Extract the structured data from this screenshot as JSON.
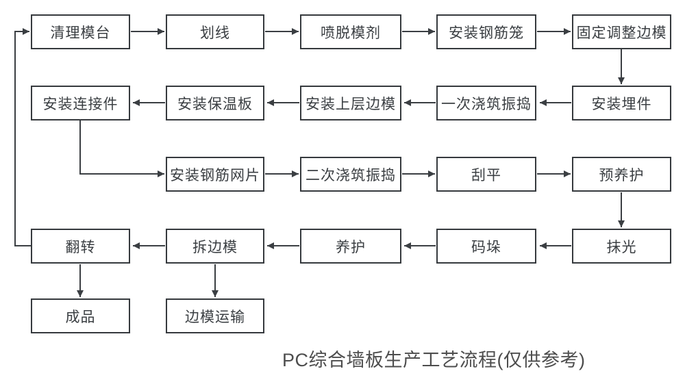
{
  "caption": {
    "text": "PC综合墙板生产工艺流程(仅供参考)"
  },
  "colors": {
    "background": "#ffffff",
    "box_border": "#35393d",
    "box_fill": "#ffffff",
    "box_text": "#3a3e42",
    "arrow_line": "#3a3e42",
    "caption_text": "#4d4d4d"
  },
  "nodes": [
    {
      "id": "clean-mold-table",
      "label": "清理模台",
      "row": 1,
      "col": 1
    },
    {
      "id": "marking-lines",
      "label": "划线",
      "row": 1,
      "col": 2
    },
    {
      "id": "spray-release-agent",
      "label": "喷脱模剂",
      "row": 1,
      "col": 3
    },
    {
      "id": "install-rebar-cage",
      "label": "安装钢筋笼",
      "row": 1,
      "col": 4
    },
    {
      "id": "fix-adjust-side-forms",
      "label": "固定调整边模",
      "row": 1,
      "col": 5
    },
    {
      "id": "install-connectors",
      "label": "安装连接件",
      "row": 2,
      "col": 1
    },
    {
      "id": "install-insulation-board",
      "label": "安装保温板",
      "row": 2,
      "col": 2
    },
    {
      "id": "install-upper-side-forms",
      "label": "安装上层边模",
      "row": 2,
      "col": 3
    },
    {
      "id": "first-pour-vibrate",
      "label": "一次浇筑振捣",
      "row": 2,
      "col": 4
    },
    {
      "id": "install-embedded-parts",
      "label": "安装埋件",
      "row": 2,
      "col": 5
    },
    {
      "id": "install-rebar-mesh",
      "label": "安装钢筋网片",
      "row": 3,
      "col": 2
    },
    {
      "id": "second-pour-vibrate",
      "label": "二次浇筑振捣",
      "row": 3,
      "col": 3
    },
    {
      "id": "screeding",
      "label": "刮平",
      "row": 3,
      "col": 4
    },
    {
      "id": "pre-curing",
      "label": "预养护",
      "row": 3,
      "col": 5
    },
    {
      "id": "flip",
      "label": "翻转",
      "row": 4,
      "col": 1
    },
    {
      "id": "remove-side-forms",
      "label": "拆边模",
      "row": 4,
      "col": 2
    },
    {
      "id": "curing",
      "label": "养护",
      "row": 4,
      "col": 3
    },
    {
      "id": "stacking",
      "label": "码垛",
      "row": 4,
      "col": 4
    },
    {
      "id": "trowel-finish",
      "label": "抹光",
      "row": 4,
      "col": 5
    },
    {
      "id": "finished-product",
      "label": "成品",
      "row": 5,
      "col": 1
    },
    {
      "id": "side-form-transport",
      "label": "边模运输",
      "row": 5,
      "col": 2
    }
  ],
  "edges": [
    {
      "from": "clean-mold-table",
      "to": "marking-lines"
    },
    {
      "from": "marking-lines",
      "to": "spray-release-agent"
    },
    {
      "from": "spray-release-agent",
      "to": "install-rebar-cage"
    },
    {
      "from": "install-rebar-cage",
      "to": "fix-adjust-side-forms"
    },
    {
      "from": "fix-adjust-side-forms",
      "to": "install-embedded-parts"
    },
    {
      "from": "install-embedded-parts",
      "to": "first-pour-vibrate"
    },
    {
      "from": "first-pour-vibrate",
      "to": "install-upper-side-forms"
    },
    {
      "from": "install-upper-side-forms",
      "to": "install-insulation-board"
    },
    {
      "from": "install-insulation-board",
      "to": "install-connectors"
    },
    {
      "from": "install-connectors",
      "to": "install-rebar-mesh"
    },
    {
      "from": "install-rebar-mesh",
      "to": "second-pour-vibrate"
    },
    {
      "from": "second-pour-vibrate",
      "to": "screeding"
    },
    {
      "from": "screeding",
      "to": "pre-curing"
    },
    {
      "from": "pre-curing",
      "to": "trowel-finish"
    },
    {
      "from": "trowel-finish",
      "to": "stacking"
    },
    {
      "from": "stacking",
      "to": "curing"
    },
    {
      "from": "curing",
      "to": "remove-side-forms"
    },
    {
      "from": "remove-side-forms",
      "to": "flip"
    },
    {
      "from": "flip",
      "to": "clean-mold-table"
    },
    {
      "from": "flip",
      "to": "finished-product"
    },
    {
      "from": "remove-side-forms",
      "to": "side-form-transport"
    }
  ]
}
